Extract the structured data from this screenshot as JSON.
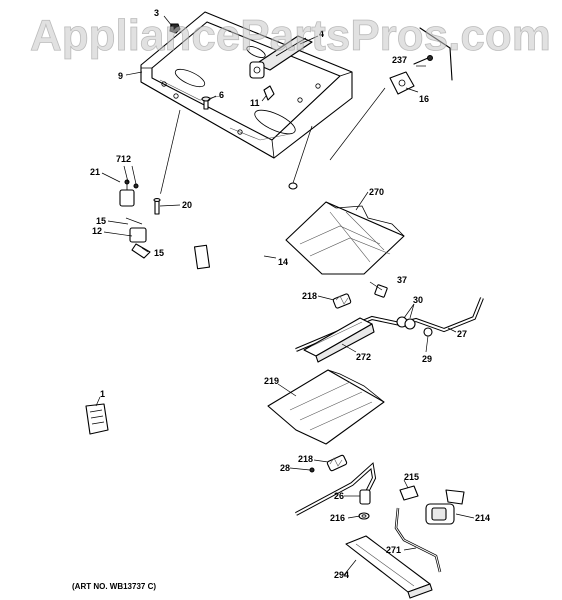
{
  "watermark": "AppliancePartsPros.com",
  "art_number": "(ART NO. WB13737 C)",
  "callouts": {
    "p3": "3",
    "p4": "4",
    "p9": "9",
    "p237": "237",
    "p16": "16",
    "p6": "6",
    "p11": "11",
    "p712": "712",
    "p21": "21",
    "p20": "20",
    "p270": "270",
    "p15a": "15",
    "p12": "12",
    "p15b": "15",
    "p14": "14",
    "p37": "37",
    "p218a": "218",
    "p30": "30",
    "p27": "27",
    "p272": "272",
    "p29": "29",
    "p219": "219",
    "p1": "1",
    "p218b": "218",
    "p28": "28",
    "p215": "215",
    "p26": "26",
    "p216": "216",
    "p214": "214",
    "p271": "271",
    "p294": "294"
  }
}
